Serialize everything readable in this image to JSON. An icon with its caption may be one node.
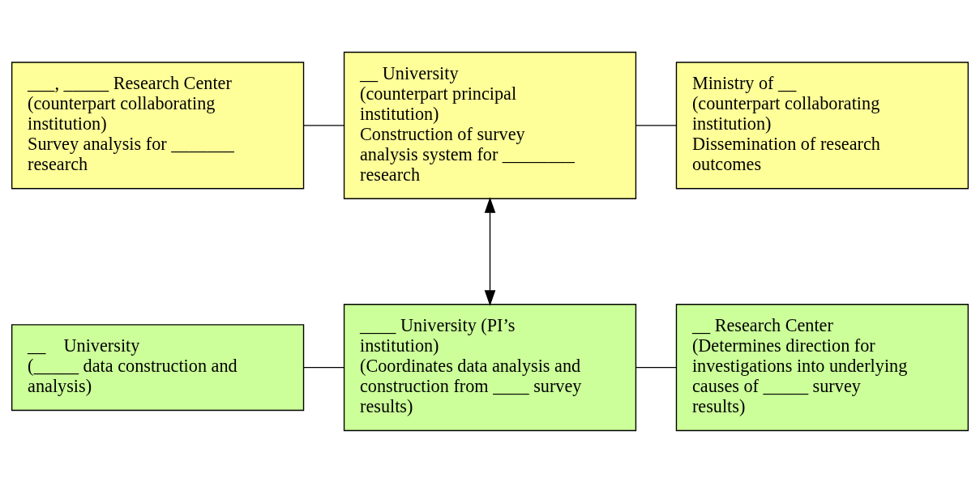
{
  "diagram": {
    "nodes": [
      {
        "text": [
          "___, _____ Research Center",
          "(counterpart collaborating institution)",
          "Survey analysis for _______ research"
        ]
      },
      {
        "text": [
          "__ University",
          "(counterpart principal institution)",
          "Construction of survey analysis system for ________ research"
        ]
      },
      {
        "text": [
          "Ministry of __",
          "(counterpart collaborating institution)",
          "Dissemination of research outcomes"
        ]
      },
      {
        "text": [
          "__    University",
          "(_____ data construction and analysis)"
        ]
      },
      {
        "text": [
          "____ University (PI’s institution)",
          "(Coordinates data analysis and construction from ____ survey results)"
        ]
      },
      {
        "text": [
          "__ Research Center",
          "(Determines direction for investigations into underlying causes of _____ survey results)"
        ]
      }
    ],
    "edges": [
      {
        "from": 0,
        "to": 1,
        "arrow": "none"
      },
      {
        "from": 1,
        "to": 2,
        "arrow": "none"
      },
      {
        "from": 1,
        "to": 4,
        "arrow": "both"
      },
      {
        "from": 3,
        "to": 4,
        "arrow": "none"
      },
      {
        "from": 4,
        "to": 5,
        "arrow": "none"
      }
    ]
  }
}
